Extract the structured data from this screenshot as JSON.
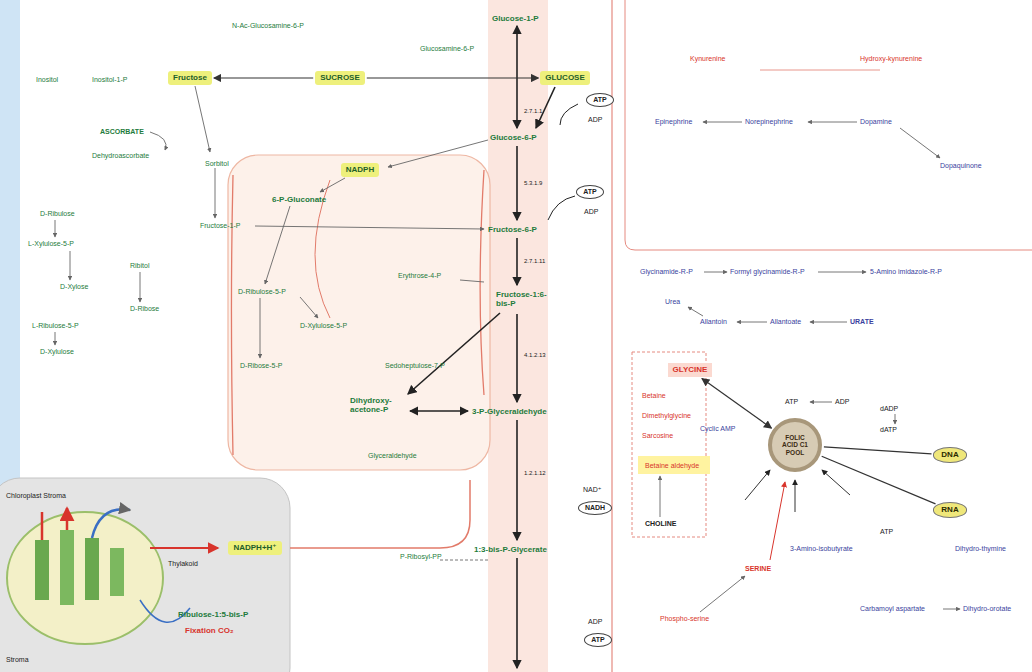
{
  "diagram": {
    "nodes": [
      {
        "text": [
          "Fructose"
        ]
      },
      {
        "text": [
          "SUCROSE"
        ]
      },
      {
        "text": [
          "GLUCOSE"
        ]
      },
      {
        "text": [
          "ATP"
        ]
      },
      {
        "text": [
          "NADPH"
        ]
      },
      {
        "text": [
          "ATP"
        ]
      },
      {
        "text": [
          "NADPH+H⁺"
        ]
      },
      {
        "text": [
          "NADH"
        ]
      },
      {
        "text": [
          "ATP"
        ]
      },
      {
        "text": [
          "GLYCINE"
        ]
      },
      {
        "text": [
          "FOLIC ACID C1 POOL"
        ]
      },
      {
        "text": [
          "DNA"
        ]
      },
      {
        "text": [
          "RNA"
        ]
      }
    ],
    "edges": [
      {
        "from": 1,
        "to": 0,
        "arrow": "to"
      },
      {
        "from": 1,
        "to": 2,
        "arrow": "to"
      },
      {
        "from": 9,
        "to": 10,
        "arrow": "both"
      },
      {
        "from": 10,
        "to": 11,
        "arrow": "none"
      },
      {
        "from": 10,
        "to": 12,
        "arrow": "none"
      }
    ],
    "labels": [
      "Glucose-1-P",
      "Glucose-6-P",
      "Fructose-6-P",
      "Fructose-1:6-bis-P",
      "3-P-Glyceraldehyde",
      "Dihydroxy-acetone-P",
      "1:3-bis-P-Glycerate",
      "Ribulose-1:5-bis-P",
      "Fixation CO₂",
      "6-P-Gluconate",
      "D-Ribulose-5-P",
      "D-Xylulose-5-P",
      "D-Ribose-5-P",
      "Erythrose-4-P",
      "Sedoheptulose-7-P",
      "Glyceraldehyde",
      "P-Ribosyl-PP",
      "Glucosamine-6-P",
      "N-Ac-Glucosamine-6-P",
      "Inositol",
      "Inositol-1-P",
      "ASCORBATE",
      "Dehydroascorbate",
      "Sorbitol",
      "Fructose-1-P",
      "D-Ribulose",
      "L-Xylulose-5-P",
      "Ribitol",
      "D-Xylose",
      "D-Ribose",
      "L-Ribulose-5-P",
      "D-Xylulose",
      "ADP",
      "ADP",
      "NAD⁺",
      "ADP",
      "2.7.1.1",
      "5.3.1.9",
      "2.7.1.11",
      "4.1.2.13",
      "1.2.1.12",
      "Chloroplast Stroma",
      "Thylakoid",
      "Stroma",
      "Kynurenine",
      "Hydroxy-kynurenine",
      "Epinephrine",
      "Norepinephrine",
      "Dopamine",
      "Dopaquinone",
      "Glycinamide-R-P",
      "Formyl glycinamide-R-P",
      "5-Amino imidazole-R-P",
      "Urea",
      "Allantoin",
      "Allantoate",
      "URATE",
      "Cyclic AMP",
      "ATP",
      "ADP",
      "dADP",
      "dATP",
      "ATP",
      "Betaine",
      "Dimethylglycine",
      "Sarcosine",
      "Betaine aldehyde",
      "CHOLINE",
      "SERINE",
      "Phospho-serine",
      "3-Amino-isobutyrate",
      "Dihydro-thymine",
      "Carbamoyl aspartate",
      "Dihydro-orotate"
    ]
  }
}
